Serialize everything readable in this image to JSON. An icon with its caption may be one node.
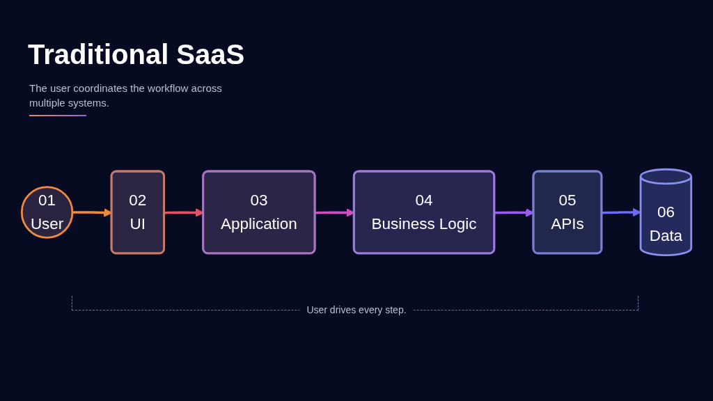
{
  "diagram": {
    "title": "Traditional SaaS",
    "nodes": [
      {
        "text": [
          "01",
          "User"
        ]
      },
      {
        "text": [
          "02",
          "UI"
        ]
      },
      {
        "text": [
          "03",
          "Application"
        ]
      },
      {
        "text": [
          "04",
          "Business Logic"
        ]
      },
      {
        "text": [
          "05",
          "APIs"
        ]
      },
      {
        "text": [
          "06",
          "Data"
        ]
      }
    ],
    "edges": [
      {
        "from": 0,
        "to": 1,
        "arrow": "to",
        "color": "#f08a3c"
      },
      {
        "from": 1,
        "to": 2,
        "arrow": "to",
        "color": "#e8506a"
      },
      {
        "from": 2,
        "to": 3,
        "arrow": "to",
        "color": "#d04fc0"
      },
      {
        "from": 3,
        "to": 4,
        "arrow": "to",
        "color": "#9b5cf0"
      },
      {
        "from": 4,
        "to": 5,
        "arrow": "to",
        "color": "#6a6cf5"
      }
    ],
    "labels": [
      "The user coordinates the workflow across multiple systems.",
      "User drives every step."
    ]
  }
}
